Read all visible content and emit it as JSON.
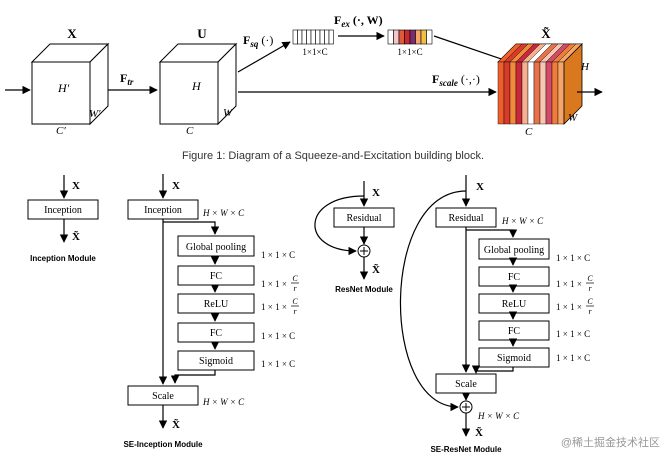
{
  "top": {
    "input_label": "X",
    "input_h": "H′",
    "input_w": "W′",
    "input_c": "C′",
    "ftr_main": "F",
    "ftr_sub": "tr",
    "u_label": "U",
    "u_h": "H",
    "u_w": "W",
    "u_c": "C",
    "fsq_main": "F",
    "fsq_sub": "sq",
    "fsq_arg": "(·)",
    "fex_main": "F",
    "fex_sub": "ex",
    "fex_arg": "(·, W)",
    "vec1_dim": "1×1×C",
    "vec2_dim": "1×1×C",
    "fscale_main": "F",
    "fscale_sub": "scale",
    "fscale_arg": "(·,·)",
    "out_label": "X̃",
    "out_h": "H",
    "out_w": "W",
    "out_c": "C",
    "excite_colors": [
      "#ffffff",
      "#f3c6cc",
      "#e05a3a",
      "#c8282e",
      "#7a2a6e",
      "#f6a46e",
      "#f0c040",
      "#ffffff"
    ],
    "slice_colors": [
      "#ef5f2a",
      "#d83a2c",
      "#f08a3c",
      "#c8283a",
      "#f4b090",
      "#ffffff",
      "#e8704a",
      "#f7c5b0",
      "#d24a6a",
      "#ee7d3a",
      "#f5a56a"
    ]
  },
  "caption": "Figure 1: Diagram of a Squeeze-and-Excitation building block.",
  "inception": {
    "x_in": "X",
    "block": "Inception",
    "x_out": "X̃",
    "title": "Inception Module"
  },
  "se_inception": {
    "x_in": "X",
    "block": "Inception",
    "dim_hwc": "H × W × C",
    "global_pooling": "Global pooling",
    "fc1": "FC",
    "relu": "ReLU",
    "fc2": "FC",
    "sigmoid": "Sigmoid",
    "scale": "Scale",
    "x_out": "X̃",
    "dim_111c": "1 × 1 × C",
    "dim_prefix": "1 × 1 ×",
    "frac_num": "C",
    "frac_den": "r",
    "dim_hwc_bottom": "H × W × C",
    "title": "SE-Inception Module"
  },
  "resnet": {
    "x_in": "X",
    "block": "Residual",
    "x_out": "X̃",
    "title": "ResNet Module"
  },
  "se_resnet": {
    "x_in": "X",
    "block": "Residual",
    "dim_hwc": "H × W × C",
    "global_pooling": "Global pooling",
    "fc1": "FC",
    "relu": "ReLU",
    "fc2": "FC",
    "sigmoid": "Sigmoid",
    "scale": "Scale",
    "x_out": "X̃",
    "dim_111c": "1 × 1 × C",
    "dim_prefix": "1 × 1 ×",
    "frac_num": "C",
    "frac_den": "r",
    "dim_hwc_bottom": "H × W × C",
    "title": "SE-ResNet Module"
  },
  "watermark": "@稀土掘金技术社区"
}
